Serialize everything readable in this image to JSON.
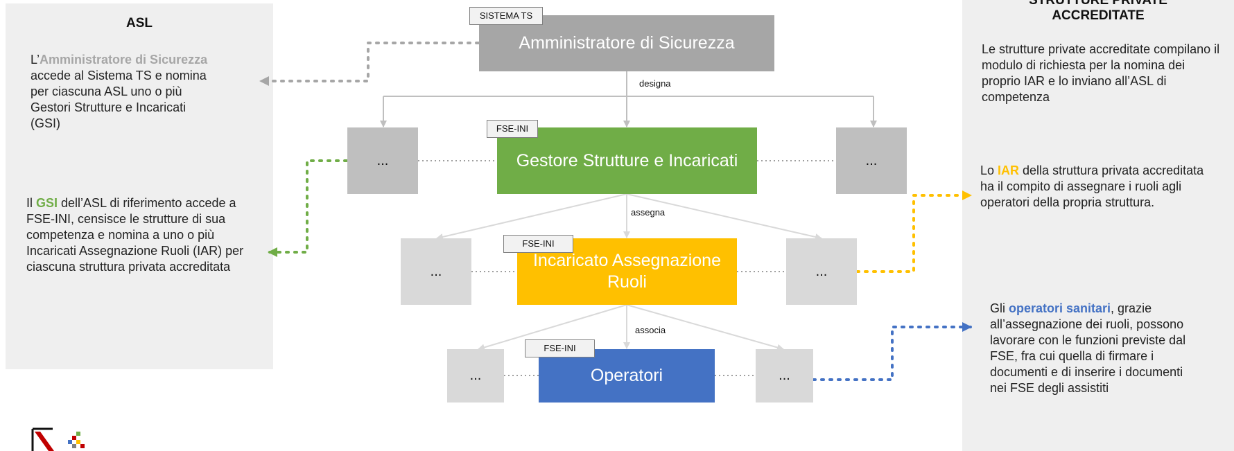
{
  "left_panel": {
    "title": "ASL",
    "p1_prefix": "L’",
    "p1_em": "Amministratore di Sicurezza",
    "p1_rest": " accede al Sistema TS e nomina per ciascuna ASL uno o più Gestori Strutture e Incaricati (GSI)",
    "p2_prefix": "Il ",
    "p2_em": "GSI",
    "p2_rest": " dell’ASL di riferimento accede a FSE-INI, censisce le strutture di sua competenza e nomina a uno o più Incaricati Assegnazione Ruoli (IAR) per ciascuna struttura privata accreditata"
  },
  "right_panel": {
    "title_line1": "STRUTTURE PRIVATE",
    "title_line2": "ACCREDITATE",
    "p1": "Le strutture private accreditate compilano il modulo di richiesta per la nomina dei proprio IAR e lo inviano all’ASL di competenza",
    "p2_prefix": " Lo ",
    "p2_em": "IAR",
    "p2_rest": " della struttura privata accreditata ha il compito di assegnare i ruoli agli operatori della propria struttura.",
    "p3_prefix": "Gli ",
    "p3_em": "operatori sanitari",
    "p3_rest": ", grazie all’assegnazione dei ruoli, possono lavorare con le funzioni previste dal FSE, fra cui quella di firmare i documenti e di inserire i documenti nei FSE degli assistiti"
  },
  "nodes": {
    "admin": {
      "tag": "SISTEMA TS",
      "label": "Amministratore di Sicurezza"
    },
    "gsi": {
      "tag": "FSE-INI",
      "label": "Gestore Strutture e Incaricati"
    },
    "iar": {
      "tag": "FSE-INI",
      "label": "Incaricato Assegnazione Ruoli"
    },
    "op": {
      "tag": "FSE-INI",
      "label": "Operatori"
    }
  },
  "ellipsis": "...",
  "connectors": {
    "designa": "designa",
    "assegna": "assegna",
    "associa": "associa"
  },
  "colors": {
    "admin": "#a6a6a6",
    "gsi": "#70ad47",
    "iar": "#ffc000",
    "op": "#4472c4",
    "arrow": "#bfbfbf"
  }
}
